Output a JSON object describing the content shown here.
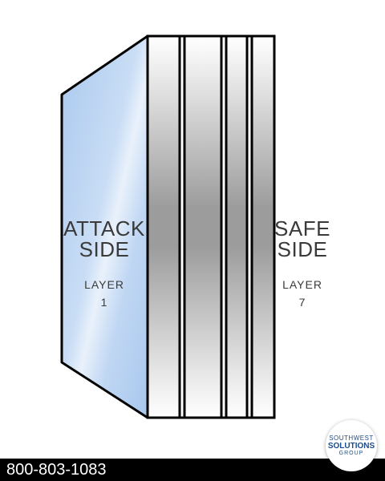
{
  "attack_side": {
    "title_line1": "ATTACK",
    "title_line2": "SIDE",
    "layer_word": "LAYER",
    "layer_number": "1"
  },
  "safe_side": {
    "title_line1": "SAFE",
    "title_line2": "SIDE",
    "layer_word": "LAYER",
    "layer_number": "7"
  },
  "footer": {
    "phone": "800-803-1083"
  },
  "logo": {
    "line1": "SOUTHWEST",
    "line2": "SOLUTIONS",
    "line3": "GROUP"
  },
  "colors": {
    "attack_glass": "#b8d3f2",
    "laminate_edge": "#9a9a9a",
    "outline": "#000000",
    "footer_bar": "#000000",
    "brand_blue": "#1b4d8c"
  }
}
